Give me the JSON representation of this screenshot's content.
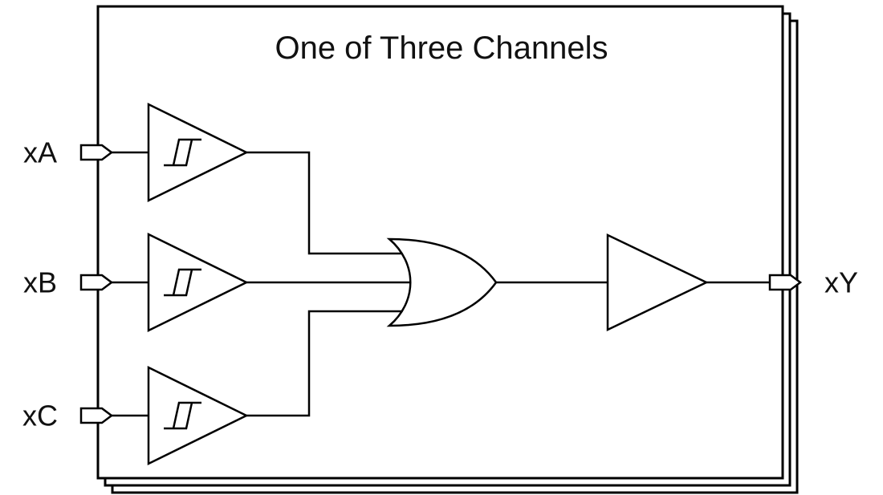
{
  "diagram": {
    "title": "One of Three Channels",
    "inputs": [
      {
        "id": "xA",
        "label": "xA"
      },
      {
        "id": "xB",
        "label": "xB"
      },
      {
        "id": "xC",
        "label": "xC"
      }
    ],
    "output": {
      "id": "xY",
      "label": "xY"
    },
    "gates": {
      "input_buffer_type": "schmitt-trigger-buffer",
      "input_buffer_count": 3,
      "combiner_type": "or-gate",
      "output_buffer_type": "buffer"
    },
    "sheets": 3,
    "colors": {
      "line": "#000000",
      "background": "#ffffff"
    }
  }
}
